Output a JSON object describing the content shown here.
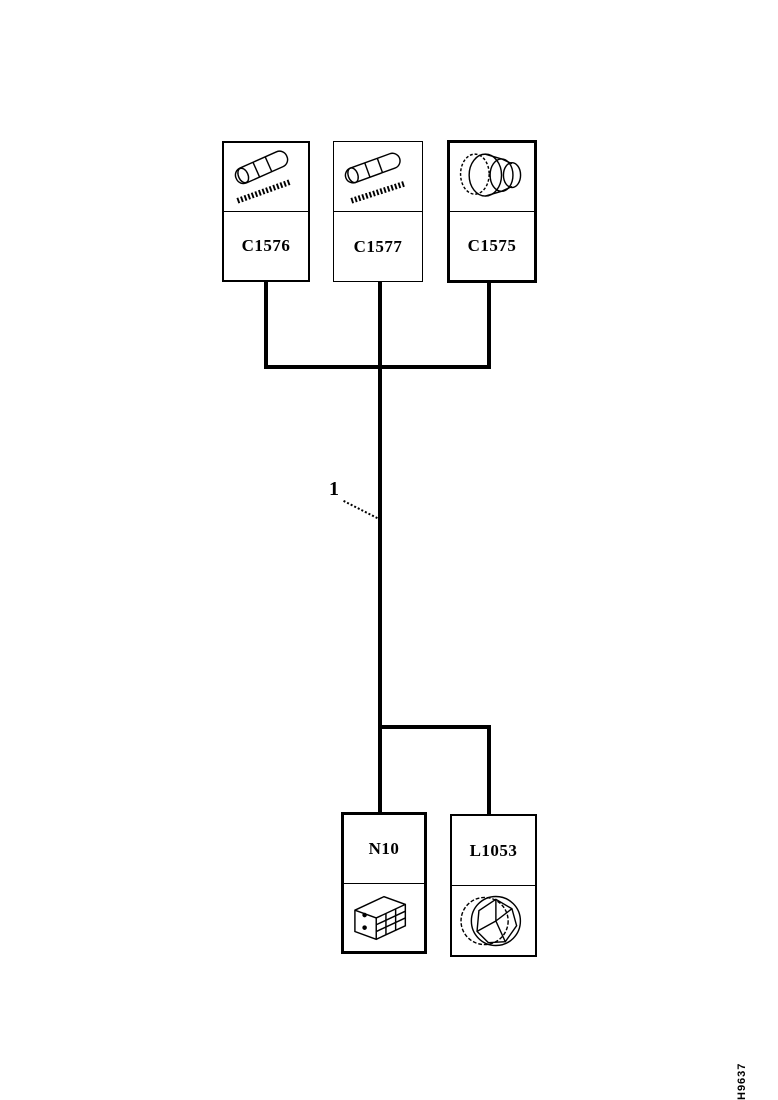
{
  "page": {
    "background_color": "#ffffff",
    "ink_color": "#000000",
    "figure_code": "H9637"
  },
  "diagram": {
    "top_connectors": [
      {
        "id": "C1576",
        "image": "splice-connector-drawing"
      },
      {
        "id": "C1577",
        "image": "splice-connector-drawing"
      },
      {
        "id": "C1575",
        "image": "barrel-connector-drawing"
      }
    ],
    "bottom_components": [
      {
        "id": "N10",
        "image": "block-connector-drawing"
      },
      {
        "id": "L1053",
        "image": "socket-connector-drawing"
      }
    ],
    "callouts": [
      {
        "label": "1",
        "target": "main-harness-wire"
      }
    ]
  }
}
